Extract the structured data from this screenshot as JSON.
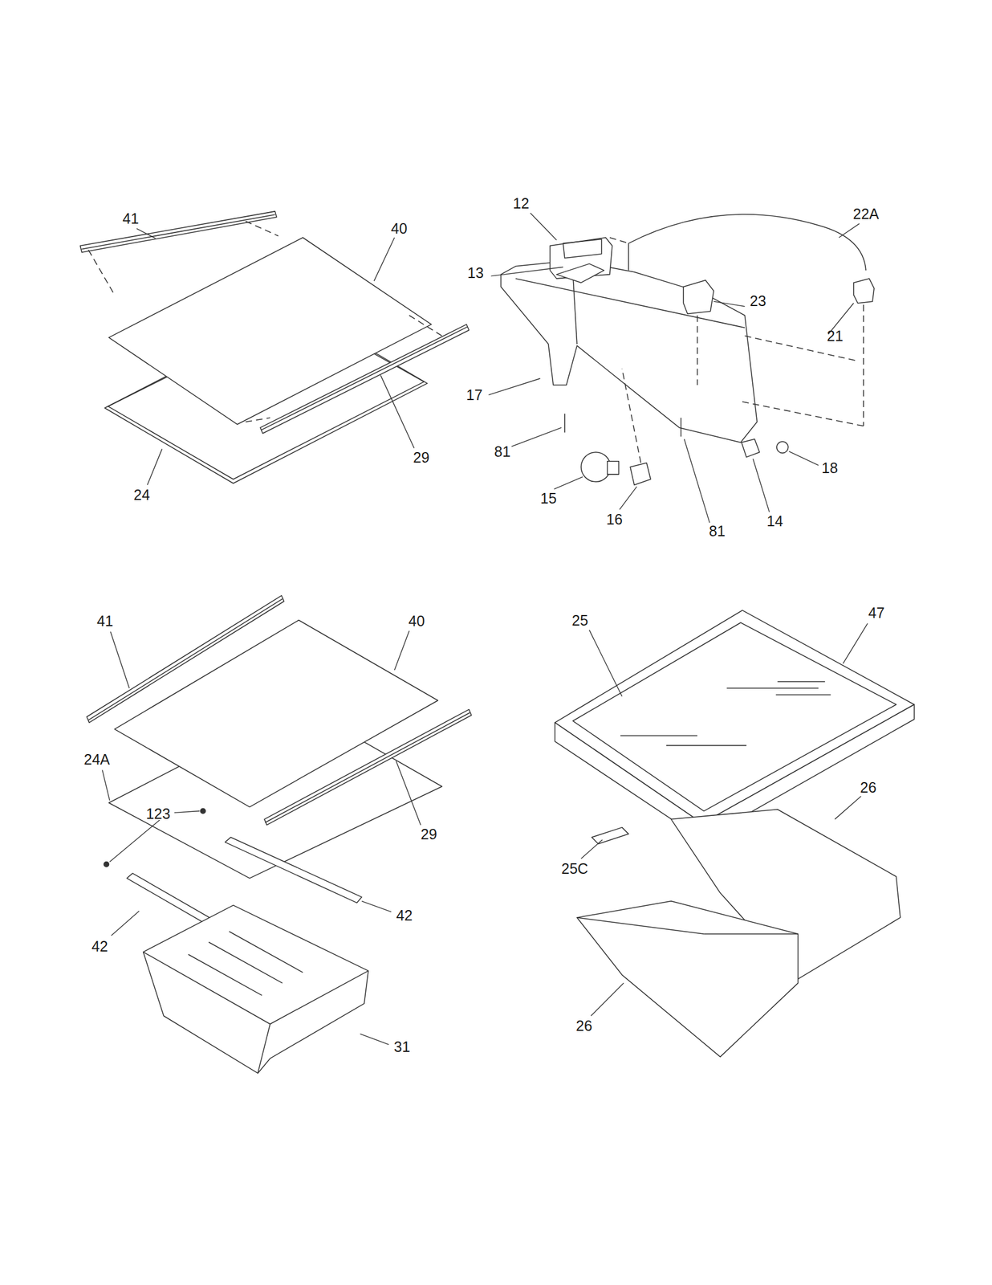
{
  "diagram": {
    "labels": [
      "41",
      "40",
      "29",
      "24",
      "12",
      "22A",
      "13",
      "23",
      "21",
      "17",
      "81",
      "18",
      "15",
      "16",
      "81",
      "14",
      "41",
      "40",
      "24A",
      "123",
      "29",
      "42",
      "42",
      "31",
      "25",
      "47",
      "26",
      "25C",
      "26"
    ]
  }
}
